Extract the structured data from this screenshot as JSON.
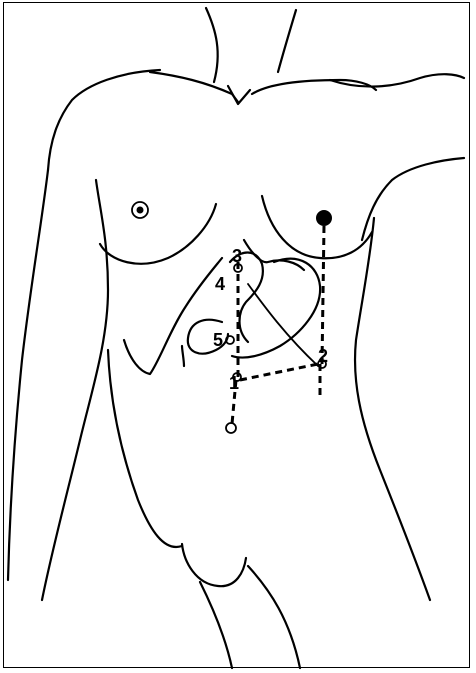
{
  "diagram": {
    "labels": {
      "p1": "1",
      "p2": "2",
      "p3": "3",
      "p4": "4",
      "p5": "5"
    },
    "colors": {
      "stroke": "#000000",
      "background": "#ffffff"
    }
  }
}
